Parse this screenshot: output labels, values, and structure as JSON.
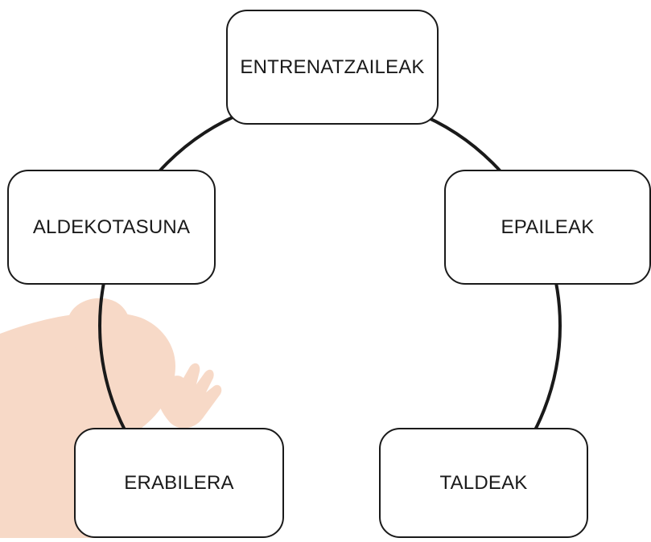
{
  "diagram": {
    "type": "cycle",
    "nodes": [
      {
        "label": "ENTRENATZAILEAK"
      },
      {
        "label": "EPAILEAK"
      },
      {
        "label": "TALDEAK"
      },
      {
        "label": "ERABILERA"
      },
      {
        "label": "ALDEKOTASUNA"
      }
    ],
    "colors": {
      "stroke": "#1a1a1a",
      "node_fill": "#ffffff",
      "text": "#1a1a1a",
      "watermark": "#f7d9c7"
    }
  }
}
